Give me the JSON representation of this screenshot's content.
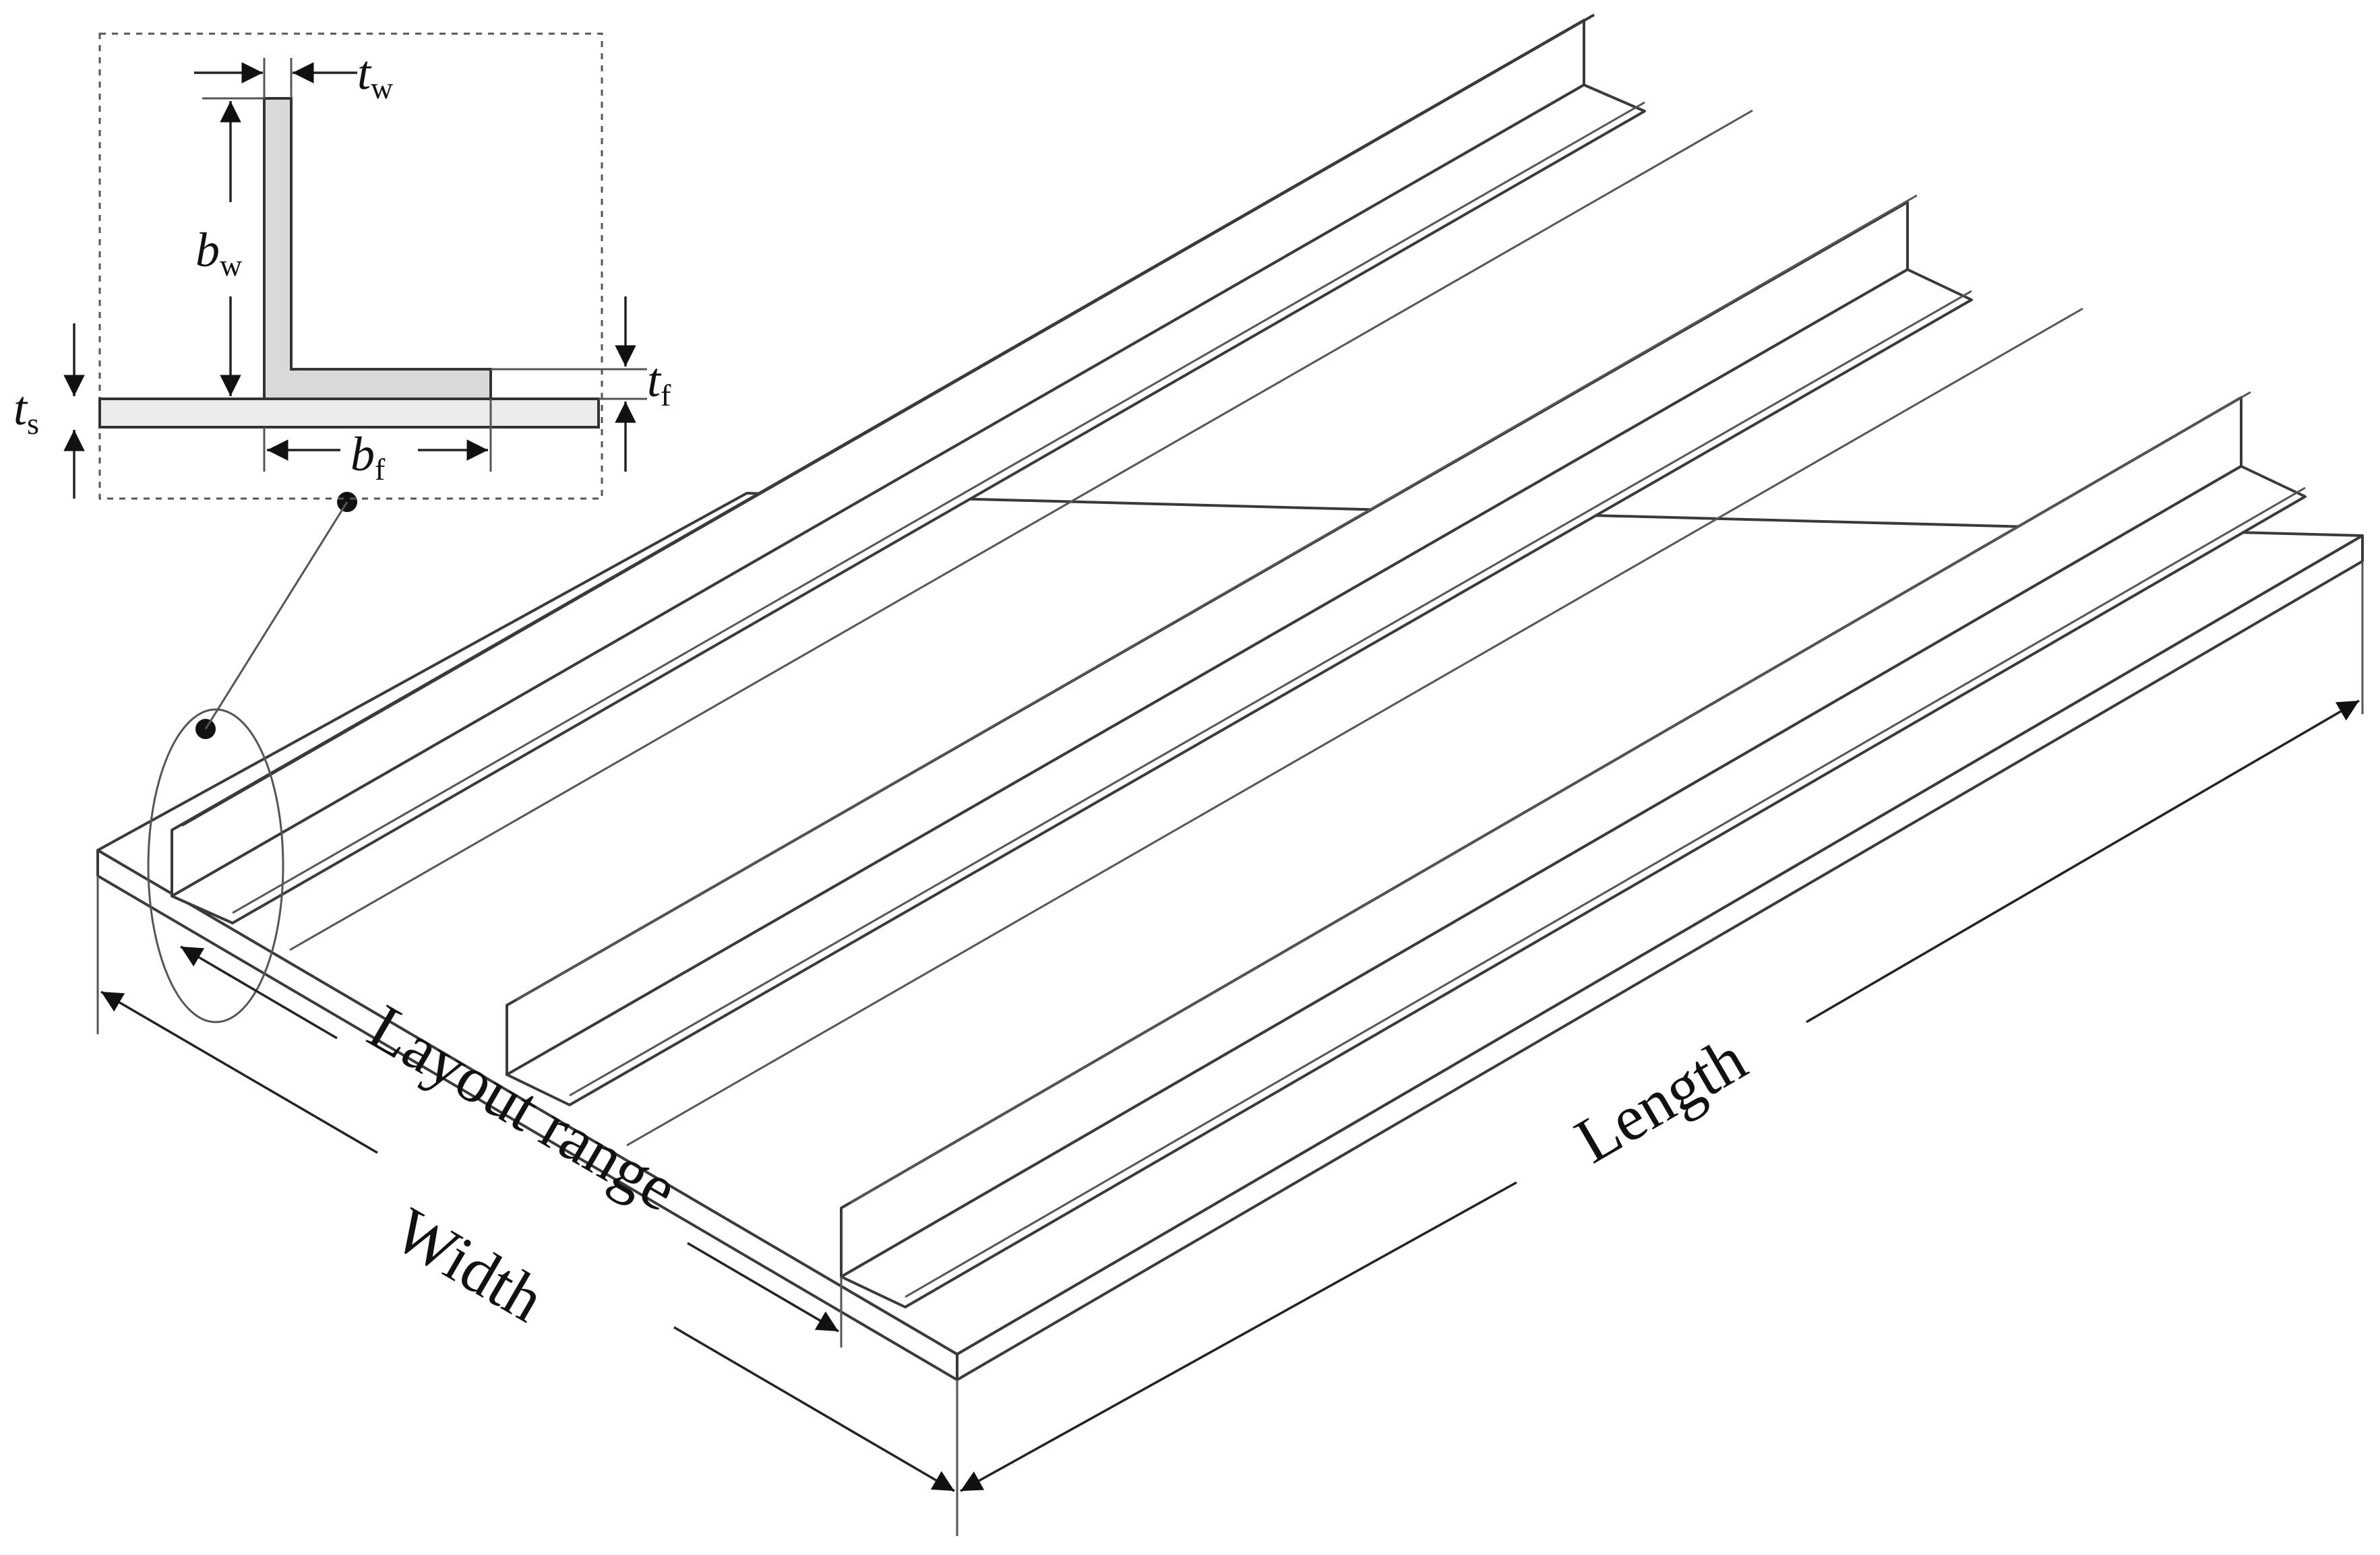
{
  "labels": {
    "layout_range": "Layout range",
    "width": "Width",
    "length": "Length"
  },
  "section_symbols": {
    "tw": {
      "main": "t",
      "sub": "w"
    },
    "bw": {
      "main": "b",
      "sub": "w"
    },
    "tf": {
      "main": "t",
      "sub": "f"
    },
    "ts": {
      "main": "t",
      "sub": "s"
    },
    "bf": {
      "main": "b",
      "sub": "f"
    }
  },
  "colors": {
    "line": "#3a3a3a",
    "section_web": "#d9d9d9",
    "section_plate": "#ececec",
    "background": "#ffffff"
  }
}
